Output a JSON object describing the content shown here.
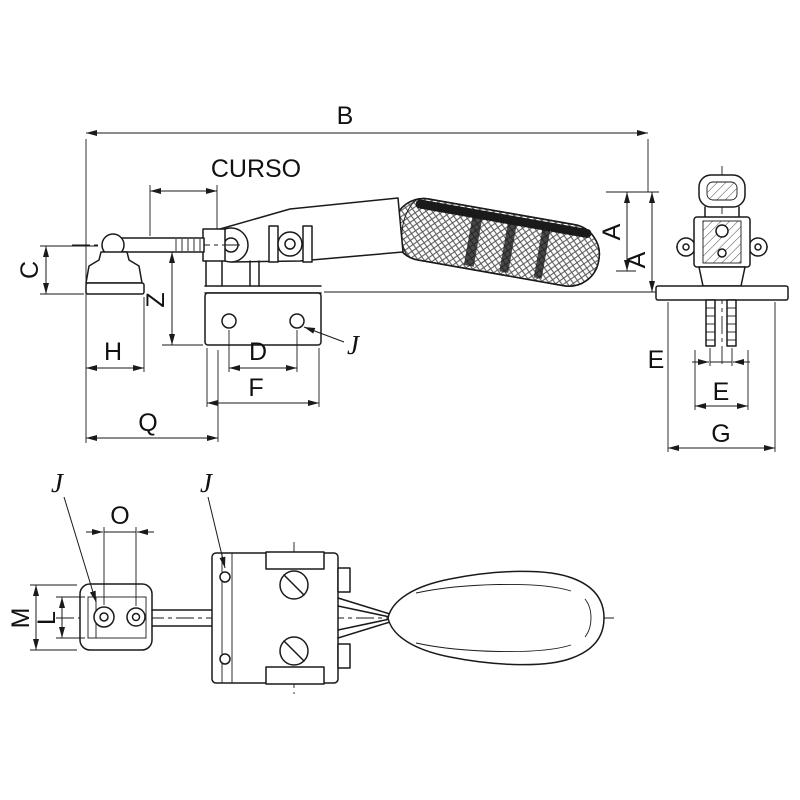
{
  "colors": {
    "background": "#ffffff",
    "line": "#1a1a1a"
  },
  "labels": {
    "b": "B",
    "curso": "CURSO",
    "a_upper": "A",
    "a_lower": "A",
    "c": "C",
    "z": "Z",
    "h": "H",
    "d": "D",
    "f": "F",
    "q": "Q",
    "j_side": "J",
    "e_upper": "E",
    "e_lower": "E",
    "g": "G",
    "j_top_left": "J",
    "j_top_right": "J",
    "o": "O",
    "m": "M",
    "l": "L"
  }
}
